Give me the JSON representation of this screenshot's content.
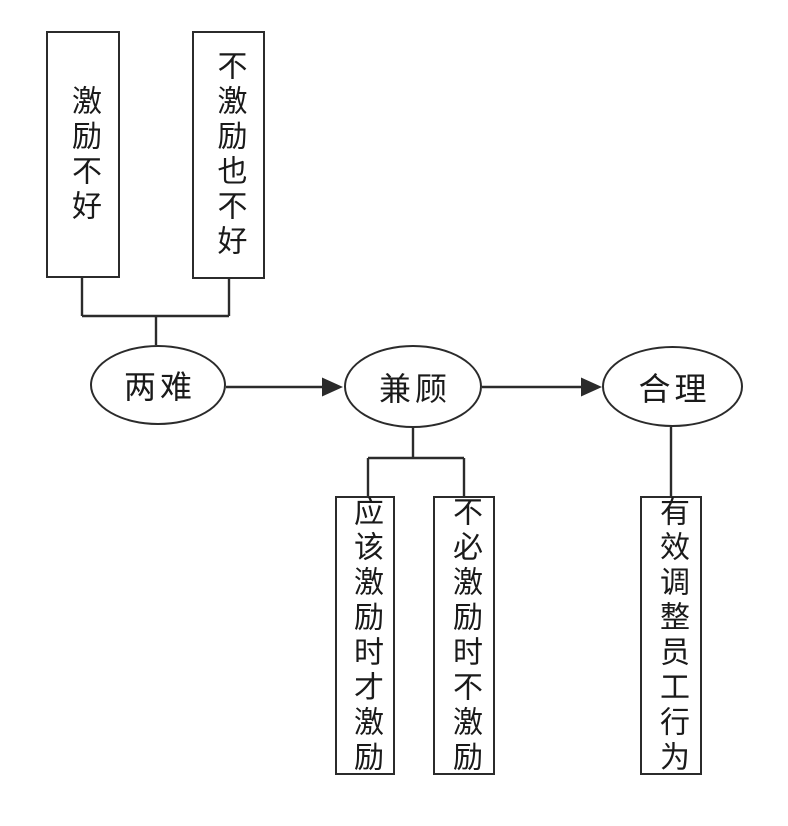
{
  "diagram": {
    "top_boxes": [
      {
        "label": "激励不好"
      },
      {
        "label": "不激励也不好"
      }
    ],
    "ellipses": [
      {
        "label": "两难"
      },
      {
        "label": "兼顾"
      },
      {
        "label": "合理"
      }
    ],
    "bottom_boxes": [
      {
        "label": "应该激励时才激励"
      },
      {
        "label": "不必激励时不激励"
      },
      {
        "label": "有效调整员工行为"
      }
    ],
    "colors": {
      "line": "#2b2b2b",
      "text": "#1a1a1a",
      "background": "#ffffff"
    }
  }
}
